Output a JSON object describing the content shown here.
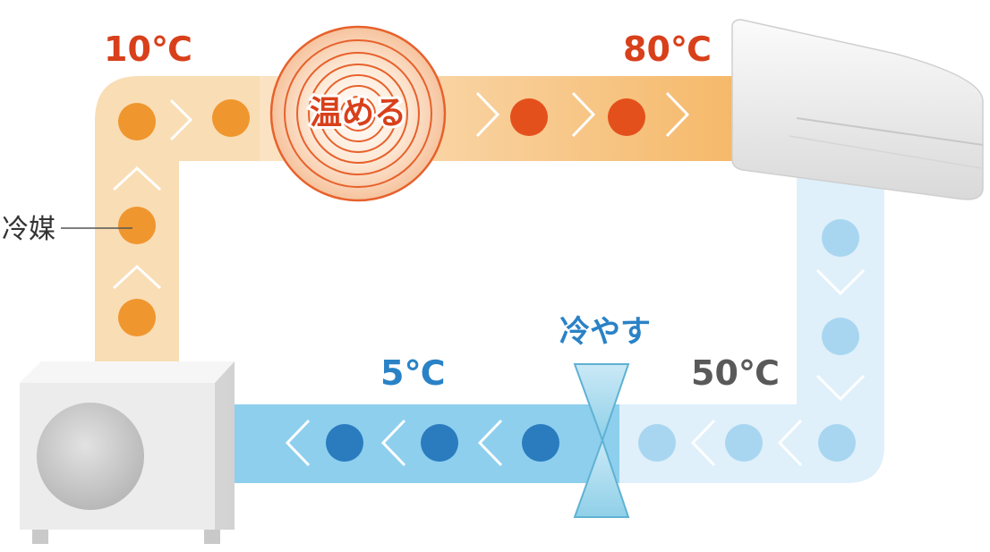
{
  "labels": {
    "temp_start": "10℃",
    "temp_hot": "80℃",
    "temp_mid": "50℃",
    "temp_cold": "5℃",
    "heat_action": "温める",
    "cool_action": "冷やす",
    "refrigerant": "冷媒"
  },
  "colors": {
    "pipe_orange_light": "#f9ddb5",
    "pipe_orange_dark": "#f6bf77",
    "pipe_blue_dark": "#8ecfee",
    "pipe_blue_light": "#def0fa",
    "dot_orange": "#f0962e",
    "dot_red": "#e4501c",
    "dot_blue_dark": "#2a7cbf",
    "dot_blue_light": "#a8d6f0",
    "text_red": "#d8401b",
    "text_blue": "#2a82c6",
    "text_gray": "#595959"
  },
  "icons": {
    "heater": "concentric-rings-icon",
    "expansion_valve": "hourglass-valve-icon",
    "indoor_unit": "air-conditioner-icon",
    "outdoor_unit": "outdoor-unit-icon"
  }
}
